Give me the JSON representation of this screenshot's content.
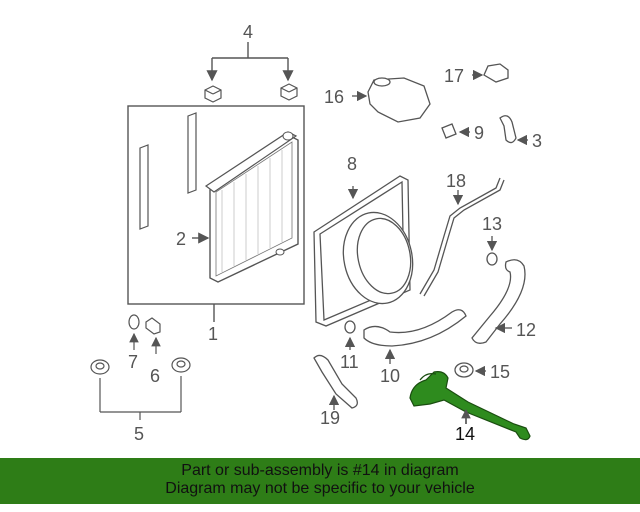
{
  "diagram": {
    "highlight_color": "#2e8b1e",
    "line_color": "#555555",
    "callouts": {
      "p1": "1",
      "p2": "2",
      "p3": "3",
      "p4": "4",
      "p5": "5",
      "p6": "6",
      "p7": "7",
      "p8": "8",
      "p9": "9",
      "p10": "10",
      "p11": "11",
      "p12": "12",
      "p13": "13",
      "p14": "14",
      "p15": "15",
      "p16": "16",
      "p17": "17",
      "p18": "18",
      "p19": "19"
    }
  },
  "banner": {
    "background": "#2e7d17",
    "line1": "Part or sub-assembly is #14 in diagram",
    "line2": "Diagram may not be specific to your vehicle"
  }
}
